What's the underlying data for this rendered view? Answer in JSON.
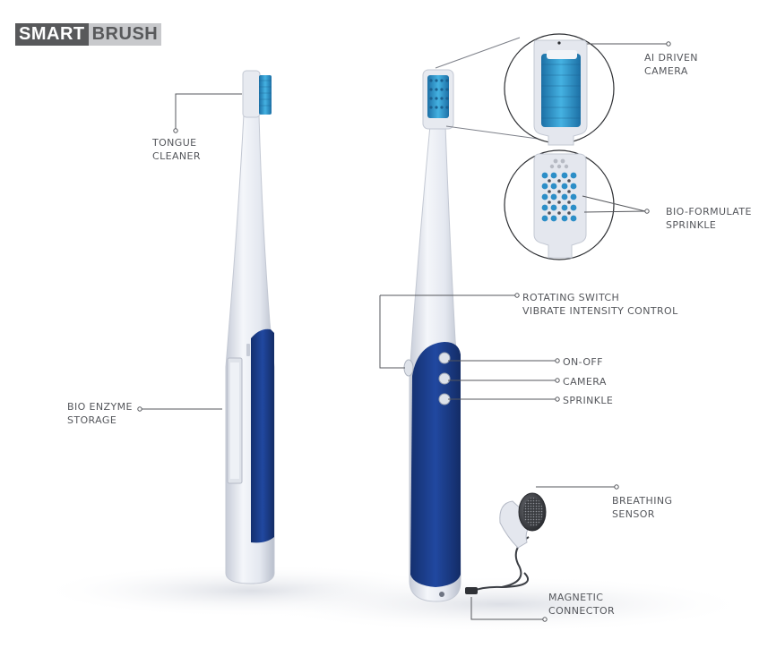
{
  "brand": {
    "part1": "SMART",
    "part2": "BRUSH"
  },
  "colors": {
    "body_white": "#e9edf3",
    "grip_blue": "#1e3f8c",
    "bristle_blue": "#2c8ec7",
    "label_grey": "#55575c",
    "logo_dark": "#58595b",
    "logo_light": "#c8c9cc"
  },
  "labels": {
    "tongue_cleaner": [
      "TONGUE",
      "CLEANER"
    ],
    "bio_enzyme": [
      "BIO ENZYME",
      "STORAGE"
    ],
    "ai_camera": [
      "AI DRIVEN",
      "CAMERA"
    ],
    "bio_formulate": [
      "BIO-FORMULATE",
      "SPRINKLE"
    ],
    "rotating_switch": [
      "ROTATING SWITCH",
      "VIBRATE INTENSITY CONTROL"
    ],
    "on_off": [
      "ON-OFF"
    ],
    "camera": [
      "CAMERA"
    ],
    "sprinkle": [
      "SPRINKLE"
    ],
    "breathing_sensor": [
      "BREATHING",
      "SENSOR"
    ],
    "magnetic_connector": [
      "MAGNETIC",
      "CONNECTOR"
    ]
  }
}
